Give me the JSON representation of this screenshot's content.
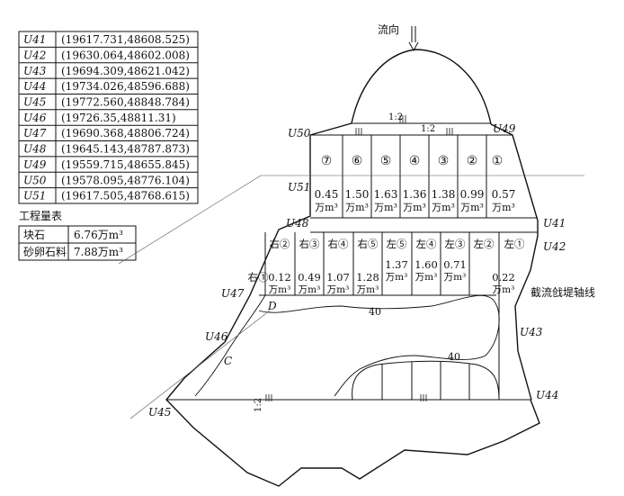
{
  "flow": {
    "label": "流向"
  },
  "coord_table": {
    "rows": [
      {
        "pt": "U41",
        "coord": "(19617.731,48608.525)"
      },
      {
        "pt": "U42",
        "coord": "(19630.064,48602.008)"
      },
      {
        "pt": "U43",
        "coord": "(19694.309,48621.042)"
      },
      {
        "pt": "U44",
        "coord": "(19734.026,48596.688)"
      },
      {
        "pt": "U45",
        "coord": "(19772.560,48848.784)"
      },
      {
        "pt": "U46",
        "coord": "(19726.35,48811.31)"
      },
      {
        "pt": "U47",
        "coord": "(19690.368,48806.724)"
      },
      {
        "pt": "U48",
        "coord": "(19645.143,48787.873)"
      },
      {
        "pt": "U49",
        "coord": "(19559.715,48655.845)"
      },
      {
        "pt": "U50",
        "coord": "(19578.095,48776.104)"
      },
      {
        "pt": "U51",
        "coord": "(19617.505,48768.615)"
      }
    ]
  },
  "quantity_table": {
    "title": "工程量表",
    "rows": [
      {
        "name": "块石",
        "value": "6.76万m³"
      },
      {
        "name": "砂卵石料",
        "value": "7.88万m³"
      }
    ]
  },
  "point_labels": {
    "u41": "U41",
    "u42": "U42",
    "u43": "U43",
    "u44": "U44",
    "u45": "U45",
    "u46": "U46",
    "u47": "U47",
    "u48": "U48",
    "u49": "U49",
    "u50": "U50",
    "u51": "U51",
    "c": "C",
    "d": "D"
  },
  "slopes": {
    "top1": "1:2",
    "top2": "1:2",
    "bottom": "1:2"
  },
  "contours": {
    "c1": "40",
    "c2": "40"
  },
  "axis_label": "截流戗堤轴线",
  "upper_cells": [
    {
      "no": "⑦",
      "value": "0.45",
      "unit": "万m³"
    },
    {
      "no": "⑥",
      "value": "1.50",
      "unit": "万m³"
    },
    {
      "no": "⑤",
      "value": "1.63",
      "unit": "万m³"
    },
    {
      "no": "④",
      "value": "1.36",
      "unit": "万m³"
    },
    {
      "no": "③",
      "value": "1.38",
      "unit": "万m³"
    },
    {
      "no": "②",
      "value": "0.99",
      "unit": "万m³"
    },
    {
      "no": "①",
      "value": "0.57",
      "unit": "万m³"
    }
  ],
  "lower_cells": [
    {
      "no": "右①",
      "value": "",
      "unit": ""
    },
    {
      "no": "右②",
      "value": "0.12",
      "unit": "万m³"
    },
    {
      "no": "右③",
      "value": "0.49",
      "unit": "万m³"
    },
    {
      "no": "右④",
      "value": "1.07",
      "unit": "万m³"
    },
    {
      "no": "右⑤",
      "value": "1.28",
      "unit": "万m³"
    },
    {
      "no": "左⑤",
      "value": "1.37",
      "unit": "万m³"
    },
    {
      "no": "左④",
      "value": "1.60",
      "unit": "万m³"
    },
    {
      "no": "左③",
      "value": "0.71",
      "unit": "万m³"
    },
    {
      "no": "左②",
      "value": "",
      "unit": ""
    },
    {
      "no": "左①",
      "value": "0.22",
      "unit": "万m³"
    }
  ]
}
